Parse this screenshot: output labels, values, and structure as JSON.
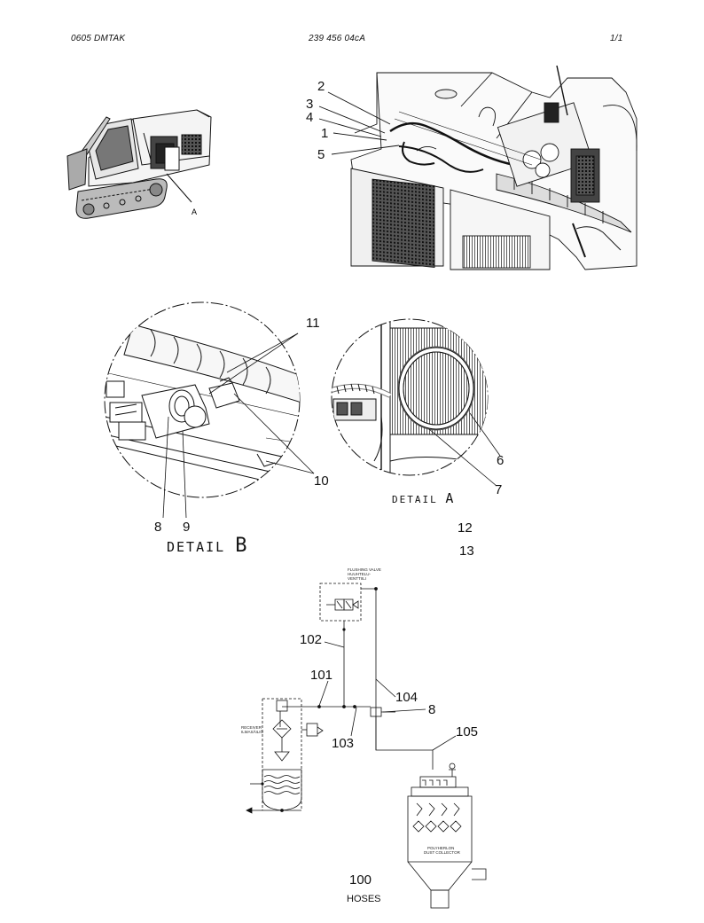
{
  "header": {
    "left": "0605   DMTAK",
    "center": "239 456 04cA",
    "right": "1/1"
  },
  "overview": {
    "detail_ref": "A",
    "callouts": [
      "2",
      "3",
      "4",
      "1",
      "5"
    ]
  },
  "detail_b": {
    "title_word": "DETAIL",
    "title_letter": "B",
    "callouts": [
      "11",
      "10",
      "8",
      "9"
    ]
  },
  "detail_a": {
    "title_word": "DETAIL",
    "title_letter": "A",
    "callouts": [
      "6",
      "7"
    ]
  },
  "extra_items": [
    "12",
    "13"
  ],
  "schematic": {
    "valve_label": [
      "FLUSHING VALVE",
      "HUUHTELU-",
      "VENTTIILI"
    ],
    "receiver_label": [
      "RECEIVER",
      "ILMASÄILIÖ"
    ],
    "collector_label": [
      "POLYHERLON",
      "DUST COLLECTOR"
    ],
    "callouts": [
      "102",
      "101",
      "104",
      "8",
      "103",
      "105"
    ]
  },
  "footer": {
    "number": "100",
    "title": "HOSES"
  }
}
